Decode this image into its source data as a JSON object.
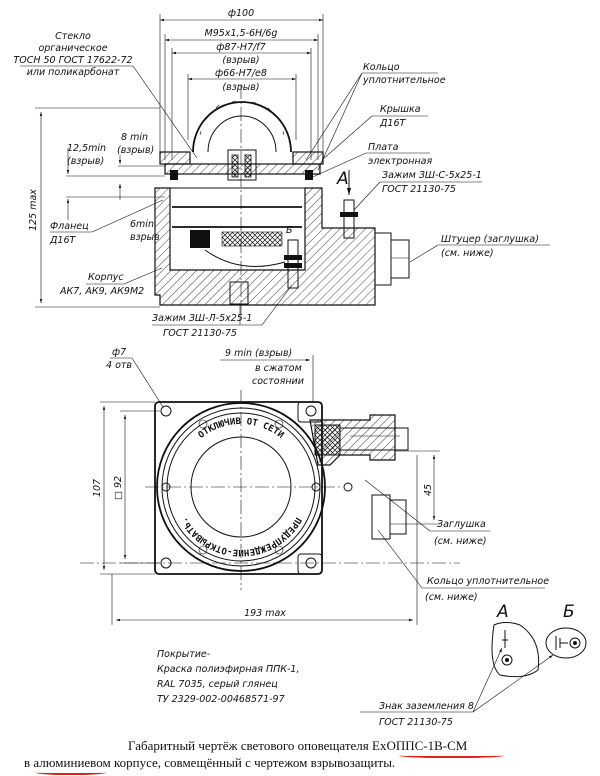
{
  "drawing": {
    "top_view_labels": {
      "glass": [
        "Стекло",
        "органическое",
        "ТОСН 50 ГОСТ 17622-72",
        "или поликарбонат"
      ],
      "dim_d100": "ф100",
      "dim_thread": "M95x1,5-6H/6g",
      "dim_d87": "ф87-H7/f7",
      "dim_d87_note": "(взрыв)",
      "dim_d66": "ф66-H7/e8",
      "dim_d66_note": "(взрыв)",
      "seal_ring": [
        "Кольцо",
        "уплотнительное"
      ],
      "cover": [
        "Крышка",
        "Д16Т"
      ],
      "board": [
        "Плата",
        "электронная"
      ],
      "clamp_c": [
        "Зажим ЗШ-С-5х25-1",
        "ГОСТ 21130-75"
      ],
      "fitting": [
        "Штуцер (заглушка)",
        "(см. ниже)"
      ],
      "dim_125": "125 max",
      "dim_12_5": [
        "12,5min",
        "(взрыв)"
      ],
      "dim_8": [
        "8 min",
        "(взрыв)"
      ],
      "flange": [
        "Фланец",
        "Д16Т"
      ],
      "dim_6": [
        "6min",
        "взрыв"
      ],
      "body": [
        "Корпус",
        "АК7, АК9, АК9М2"
      ],
      "clamp_l": [
        "Зажим ЗШ-Л-5х25-1",
        "ГОСТ 21130-75"
      ],
      "view_a": "А",
      "view_b": "Б"
    },
    "plan_view_labels": {
      "hole": [
        "ф7",
        "4 отв"
      ],
      "dim_9": "9 min (взрыв)",
      "compressed": [
        "в сжатом",
        "состоянии"
      ],
      "dim_107": "107",
      "dim_92": "□ 92",
      "dim_45": "45",
      "dim_193": "193 max",
      "plug": [
        "Заглушка",
        "(см. ниже)"
      ],
      "seal_ring": [
        "Кольцо уплотнительное",
        "(см. ниже)"
      ],
      "stamp_top": "ОТКЛЮЧИВ ОТ СЕТИ",
      "stamp_bottom": "ПРЕДУПРЕЖДЕНИЕ-ОТКРЫВАТЬ."
    },
    "coating": [
      "Покрытие-",
      "Краска полиэфирная ППК-1,",
      "RAL 7035, серый глянец",
      "ТУ 2329-002-00468571-97"
    ],
    "detail_a": "А",
    "detail_b": "Б",
    "ground_sign": [
      "Знак заземления 8",
      "ГОСТ 21130-75"
    ]
  },
  "caption": {
    "line1_prefix": "Габаритный чертёж светового оповещателя ",
    "line1_model": "ExОППС-1В-СМ",
    "line2_prefix": "в ",
    "line2_word": "алюминиевом",
    "line2_rest": " корпусе, совмещённый с чертежом взрывозащиты."
  },
  "colors": {
    "ink": "#111111",
    "spellcheck_underline": "#dd2211"
  }
}
